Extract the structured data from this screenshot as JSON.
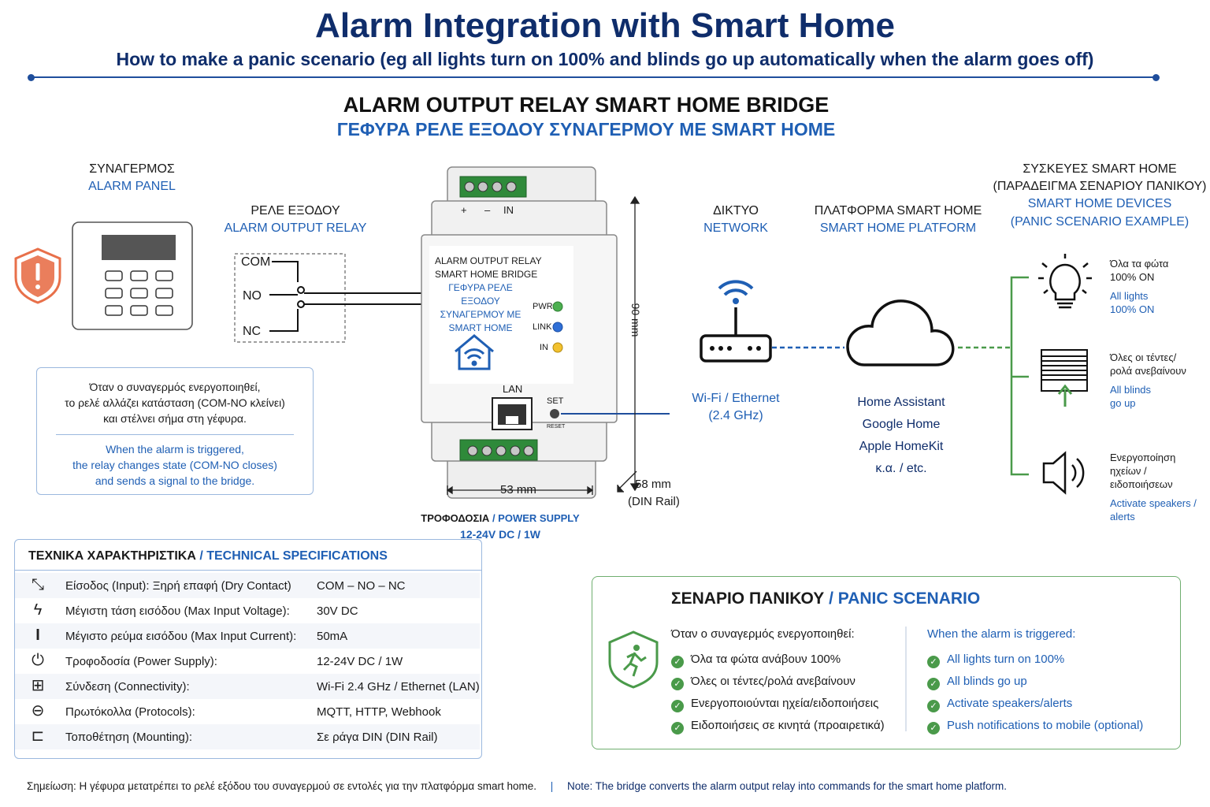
{
  "header": {
    "title": "Alarm Integration with Smart Home",
    "subtitle": "How to make a panic scenario (eg all lights turn on 100% and blinds go up automatically when the alarm goes off)"
  },
  "bridge_title": {
    "en": "ALARM OUTPUT RELAY SMART HOME BRIDGE",
    "gr": "ΓΕΦΥΡΑ ΡΕΛΕ ΕΞΟΔΟΥ ΣΥΝΑΓΕΡΜΟΥ ΜΕ SMART HOME"
  },
  "alarm_panel": {
    "gr": "ΣΥΝΑΓΕΡΜΟΣ",
    "en": "ALARM PANEL"
  },
  "relay": {
    "gr": "ΡΕΛΕ ΕΞΟΔΟΥ",
    "en": "ALARM OUTPUT RELAY",
    "com": "COM",
    "no": "NO",
    "nc": "NC"
  },
  "info_box": {
    "gr_line1": "Όταν ο συναγερμός ενεργοποιηθεί,",
    "gr_line2": "το ρελέ αλλάζει κατάσταση (COM-NO κλείνει)",
    "gr_line3": "και στέλνει σήμα στη γέφυρα.",
    "en_line1": "When the alarm is triggered,",
    "en_line2": "the relay changes state (COM-NO closes)",
    "en_line3": "and sends a signal to the bridge."
  },
  "device": {
    "terminal_plus": "+",
    "terminal_minus": "–",
    "terminal_in": "IN",
    "label_line1": "ALARM OUTPUT RELAY",
    "label_line2": "SMART HOME BRIDGE",
    "label_gr1": "ΓΕΦΥΡΑ ΡΕΛΕ ΕΞΟΔΟΥ",
    "label_gr2": "ΣΥΝΑΓΕΡΜΟΥ ΜΕ",
    "label_gr3": "SMART HOME",
    "led_pwr": "PWR",
    "led_link": "LINK",
    "led_in": "IN",
    "lan": "LAN",
    "set": "SET",
    "reset": "RESET",
    "height_label": "90 mm",
    "width_label": "53 mm",
    "depth_label": "58 mm",
    "depth_sub": "(DIN Rail)",
    "power_gr": "ΤΡΟΦΟΔΟΣΙΑ",
    "power_en": "/ POWER SUPPLY",
    "power_value": "12-24V DC / 1W"
  },
  "network": {
    "gr": "ΔΙΚΤΥΟ",
    "en": "NETWORK",
    "type": "Wi-Fi / Ethernet",
    "band": "(2.4 GHz)"
  },
  "platform": {
    "gr": "ΠΛΑΤΦΟΡΜΑ SMART HOME",
    "en": "SMART HOME PLATFORM",
    "items": [
      "Home Assistant",
      "Google Home",
      "Apple HomeKit",
      "κ.α. / etc."
    ]
  },
  "devices": {
    "gr1": "ΣΥΣΚΕΥΕΣ SMART HOME",
    "gr2": "(ΠΑΡΑΔΕΙΓΜΑ ΣΕΝΑΡΙΟΥ ΠΑΝΙΚΟΥ)",
    "en1": "SMART HOME DEVICES",
    "en2": "(PANIC SCENARIO EXAMPLE)",
    "lights_gr1": "Όλα τα φώτα",
    "lights_gr2": "100% ON",
    "lights_en1": "All lights",
    "lights_en2": "100% ON",
    "blinds_gr1": "Όλες οι τέντες/",
    "blinds_gr2": "ρολά ανεβαίνουν",
    "blinds_en1": "All blinds",
    "blinds_en2": "go up",
    "speaker_gr1": "Ενεργοποίηση",
    "speaker_gr2": "ηχείων / ειδοποιήσεων",
    "speaker_en1": "Activate speakers /",
    "speaker_en2": "alerts"
  },
  "specs": {
    "title_gr": "ΤΕΧΝΙΚΑ ΧΑΡΑΚΤΗΡΙΣΤΙΚΑ",
    "title_en": "/ TECHNICAL SPECIFICATIONS",
    "rows": [
      {
        "icon": "dry-contact-icon",
        "name": "Είσοδος (Input): Ξηρή επαφή (Dry Contact)",
        "value": "COM – NO – NC"
      },
      {
        "icon": "lightning-icon",
        "name": "Μέγιστη τάση εισόδου (Max Input Voltage):",
        "value": "30V DC"
      },
      {
        "icon": "current-icon",
        "name": "Μέγιστο ρεύμα εισόδου (Max Input Current):",
        "value": "50mA"
      },
      {
        "icon": "power-icon",
        "name": "Τροφοδοσία (Power Supply):",
        "value": "12-24V DC / 1W"
      },
      {
        "icon": "network-icon",
        "name": "Σύνδεση (Connectivity):",
        "value": "Wi-Fi 2.4 GHz / Ethernet (LAN)"
      },
      {
        "icon": "protocol-icon",
        "name": "Πρωτόκολλα (Protocols):",
        "value": "MQTT, HTTP, Webhook"
      },
      {
        "icon": "din-rail-icon",
        "name": "Τοποθέτηση (Mounting):",
        "value": "Σε ράγα DIN (DIN Rail)"
      }
    ]
  },
  "panic": {
    "title_gr": "ΣΕΝΑΡΙΟ ΠΑΝΙΚΟΥ",
    "title_en": "/ PANIC SCENARIO",
    "gr_head": "Όταν ο συναγερμός ενεργοποιηθεί:",
    "en_head": "When the alarm is triggered:",
    "gr_items": [
      "Όλα τα φώτα ανάβουν 100%",
      "Όλες οι τέντες/ρολά ανεβαίνουν",
      "Ενεργοποιούνται ηχεία/ειδοποιήσεις",
      "Ειδοποιήσεις σε κινητά (προαιρετικά)"
    ],
    "en_items": [
      "All lights turn on 100%",
      "All blinds go up",
      "Activate speakers/alerts",
      "Push notifications to mobile (optional)"
    ]
  },
  "footer": {
    "gr": "Σημείωση: Η γέφυρα μετατρέπει το ρελέ εξόδου του συναγερμού σε εντολές για την πλατφόρμα smart home.",
    "sep": "|",
    "en": "Note: The bridge converts the alarm output relay into commands for the smart home platform."
  },
  "colors": {
    "navy": "#0f2d6b",
    "blue": "#1f5fb4",
    "green": "#4a9a4a",
    "alert": "#e8704a"
  }
}
